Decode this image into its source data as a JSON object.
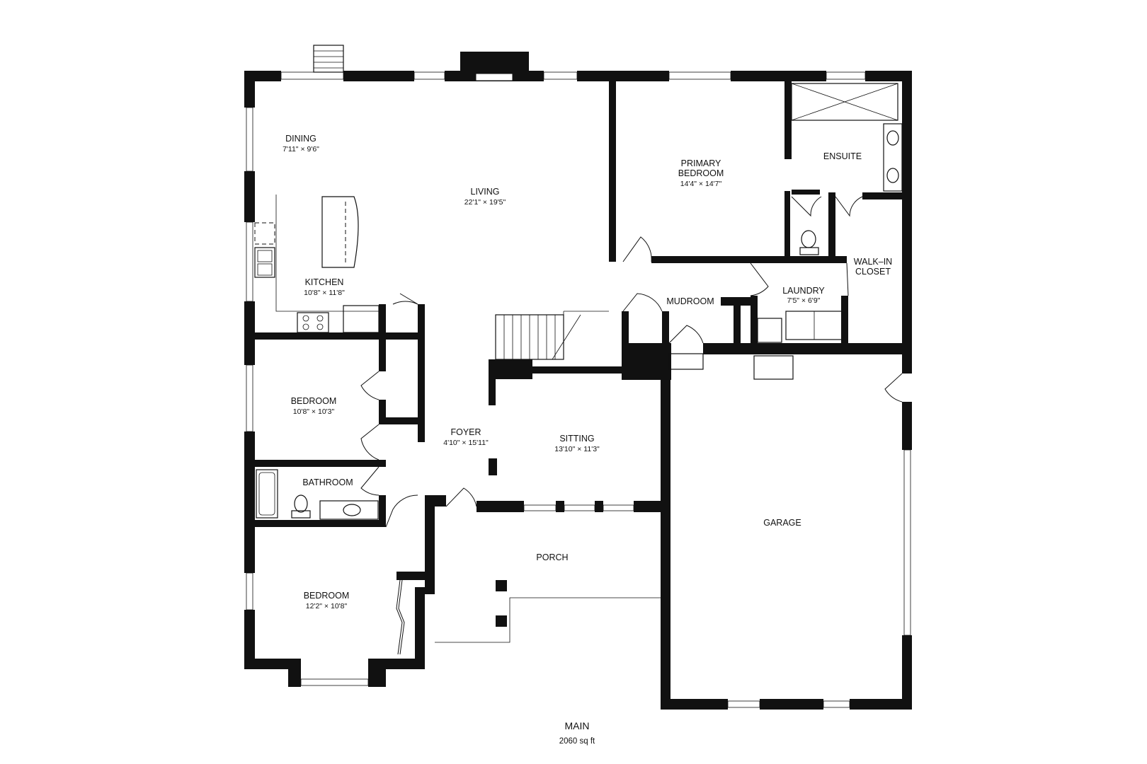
{
  "floor": {
    "name": "MAIN",
    "area": "2060 sq ft"
  },
  "rooms": [
    {
      "id": "dining",
      "name": "DINING",
      "dims": "7'11\" × 9'6\""
    },
    {
      "id": "living",
      "name": "LIVING",
      "dims": "22'1\" × 19'5\""
    },
    {
      "id": "primary_bedroom",
      "name_line1": "PRIMARY",
      "name_line2": "BEDROOM",
      "dims": "14'4\" × 14'7\""
    },
    {
      "id": "ensuite",
      "name": "ENSUITE"
    },
    {
      "id": "kitchen",
      "name": "KITCHEN",
      "dims": "10'8\" × 11'8\""
    },
    {
      "id": "walk_in_closet",
      "name_line1": "WALK–IN",
      "name_line2": "CLOSET"
    },
    {
      "id": "mudroom",
      "name": "MUDROOM"
    },
    {
      "id": "laundry",
      "name": "LAUNDRY",
      "dims": "7'5\" × 6'9\""
    },
    {
      "id": "bedroom_1",
      "name": "BEDROOM",
      "dims": "10'8\" × 10'3\""
    },
    {
      "id": "foyer",
      "name": "FOYER",
      "dims": "4'10\" × 15'11\""
    },
    {
      "id": "sitting",
      "name": "SITTING",
      "dims": "13'10\" × 11'3\""
    },
    {
      "id": "bathroom",
      "name": "BATHROOM"
    },
    {
      "id": "garage",
      "name": "GARAGE"
    },
    {
      "id": "porch",
      "name": "PORCH"
    },
    {
      "id": "bedroom_2",
      "name": "BEDROOM",
      "dims": "12'2\" × 10'8\""
    }
  ],
  "colors": {
    "wall": "#111111",
    "background": "#ffffff"
  }
}
